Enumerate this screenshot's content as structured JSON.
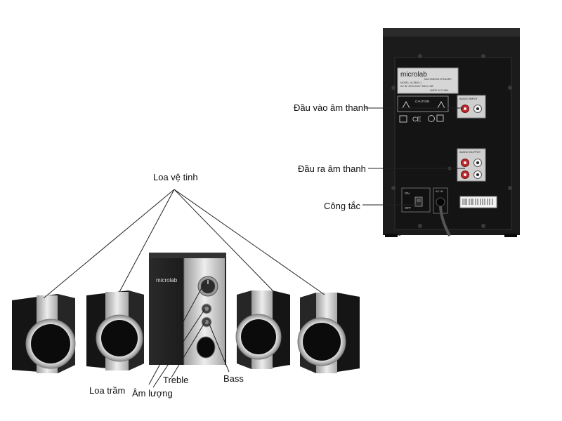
{
  "labels": {
    "satellite": "Loa vệ tinh",
    "subwoofer": "Loa trầm",
    "volume": "Âm lượng",
    "treble": "Treble",
    "bass": "Bass",
    "audio_in": "Đầu vào âm thanh",
    "audio_out": "Đầu ra âm thanh",
    "switch": "Công tắc"
  },
  "brand": "microlab",
  "rear_panel": {
    "model_lines": [
      "MULTIMEDIA SPEAKER",
      "MODEL: M-280/4.1",
      "AC IN: 220V-240V~50Hz 10W"
    ],
    "made_in": "MADE IN CHINA",
    "caution": "CAUTION",
    "input_title": "AUDIO INPUT",
    "output_title": "AUDIO OUTPUT",
    "power_on": "ON",
    "power_off": "OFF",
    "ac_in": "AC IN"
  },
  "colors": {
    "cabinet": "#1c1c1c",
    "silver": "#c8c8c8",
    "red_jack": "#c0282c"
  }
}
